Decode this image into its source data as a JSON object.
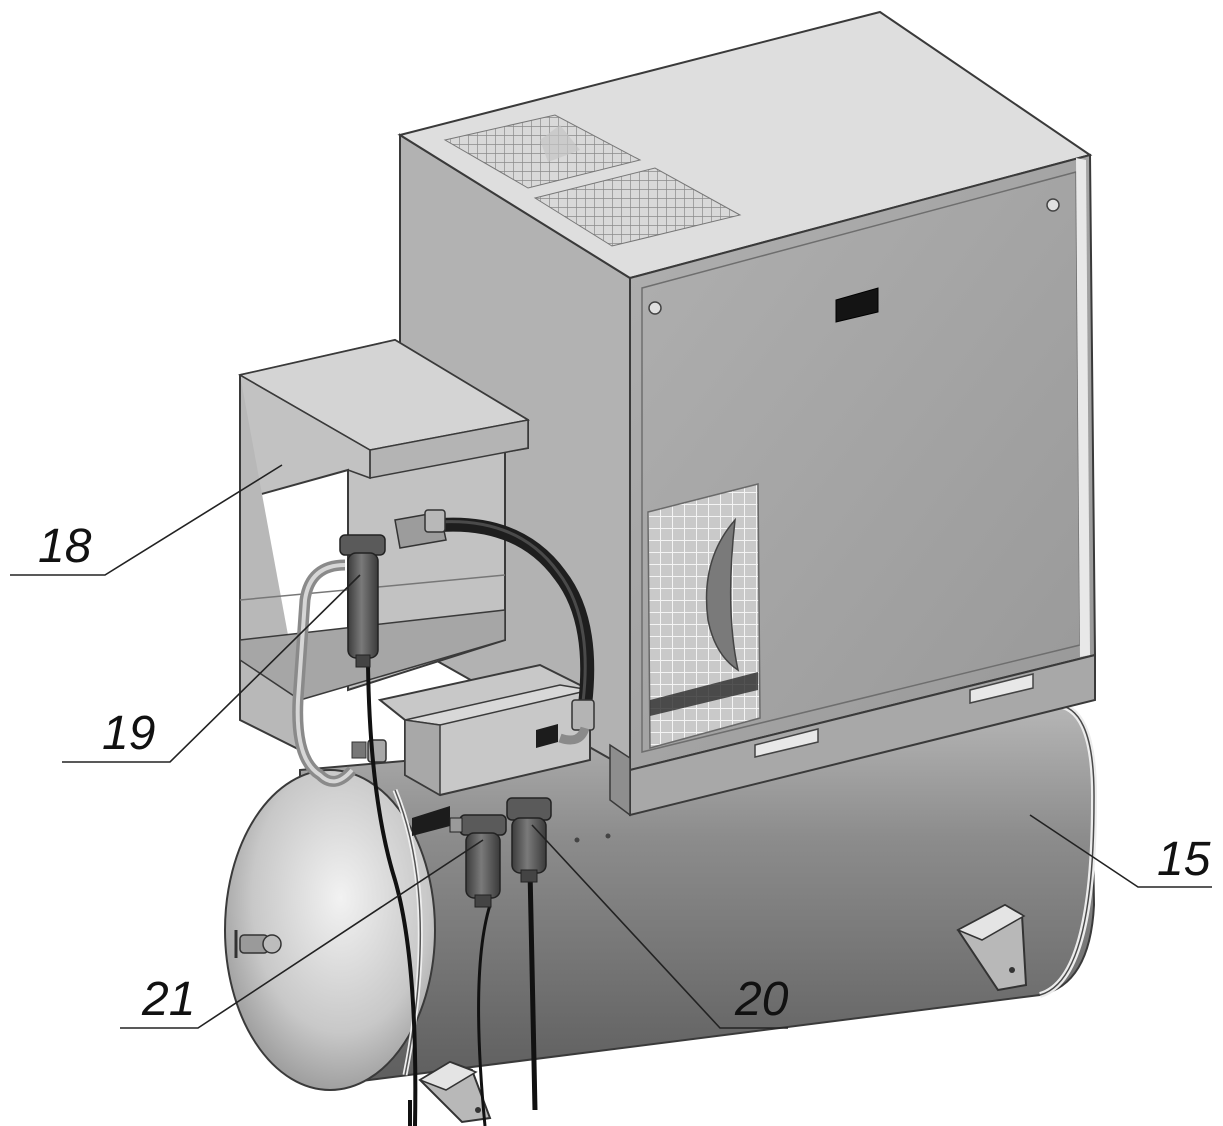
{
  "callouts": [
    {
      "id": "18",
      "label": "18"
    },
    {
      "id": "19",
      "label": "19"
    },
    {
      "id": "21",
      "label": "21"
    },
    {
      "id": "20",
      "label": "20"
    },
    {
      "id": "15",
      "label": "15"
    }
  ],
  "colors": {
    "cabinet_top": "#dcdcdc",
    "cabinet_front": "#a4a4a4",
    "cabinet_right_panel": "#9a9a9a",
    "dryer_box": "#bdbdbd",
    "tank": "#8e8e8e",
    "hose": "#1e1e1e",
    "filter": "#5a5a5a",
    "leader_line": "#222222"
  }
}
